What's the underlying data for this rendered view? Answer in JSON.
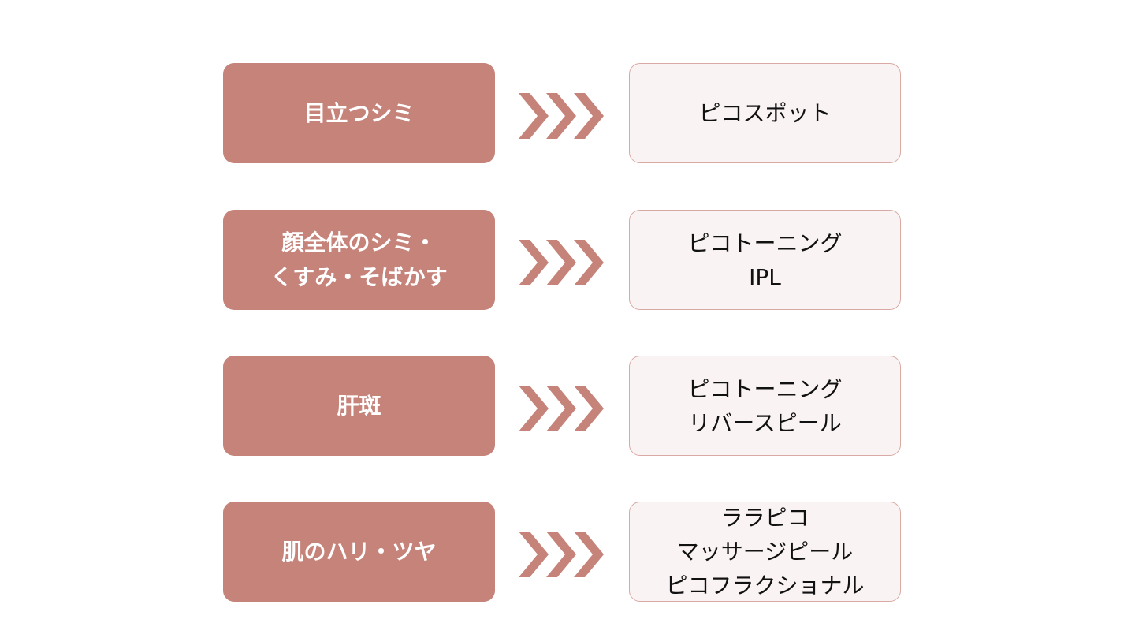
{
  "colors": {
    "problem_box": "#c6837a",
    "treatment_box": "#faf3f3",
    "treatment_border": "#d9aaa5",
    "arrow": "#c6837a"
  },
  "rows": [
    {
      "problem": [
        "目立つシミ"
      ],
      "treatment": [
        "ピコスポット"
      ]
    },
    {
      "problem": [
        "顔全体のシミ・",
        "くすみ・そばかす"
      ],
      "treatment": [
        "ピコトーニング",
        "IPL"
      ]
    },
    {
      "problem": [
        "肝斑"
      ],
      "treatment": [
        "ピコトーニング",
        "リバースピール"
      ]
    },
    {
      "problem": [
        "肌のハリ・ツヤ"
      ],
      "treatment": [
        "ララピコ",
        "マッサージピール",
        "ピコフラクショナル"
      ]
    }
  ]
}
